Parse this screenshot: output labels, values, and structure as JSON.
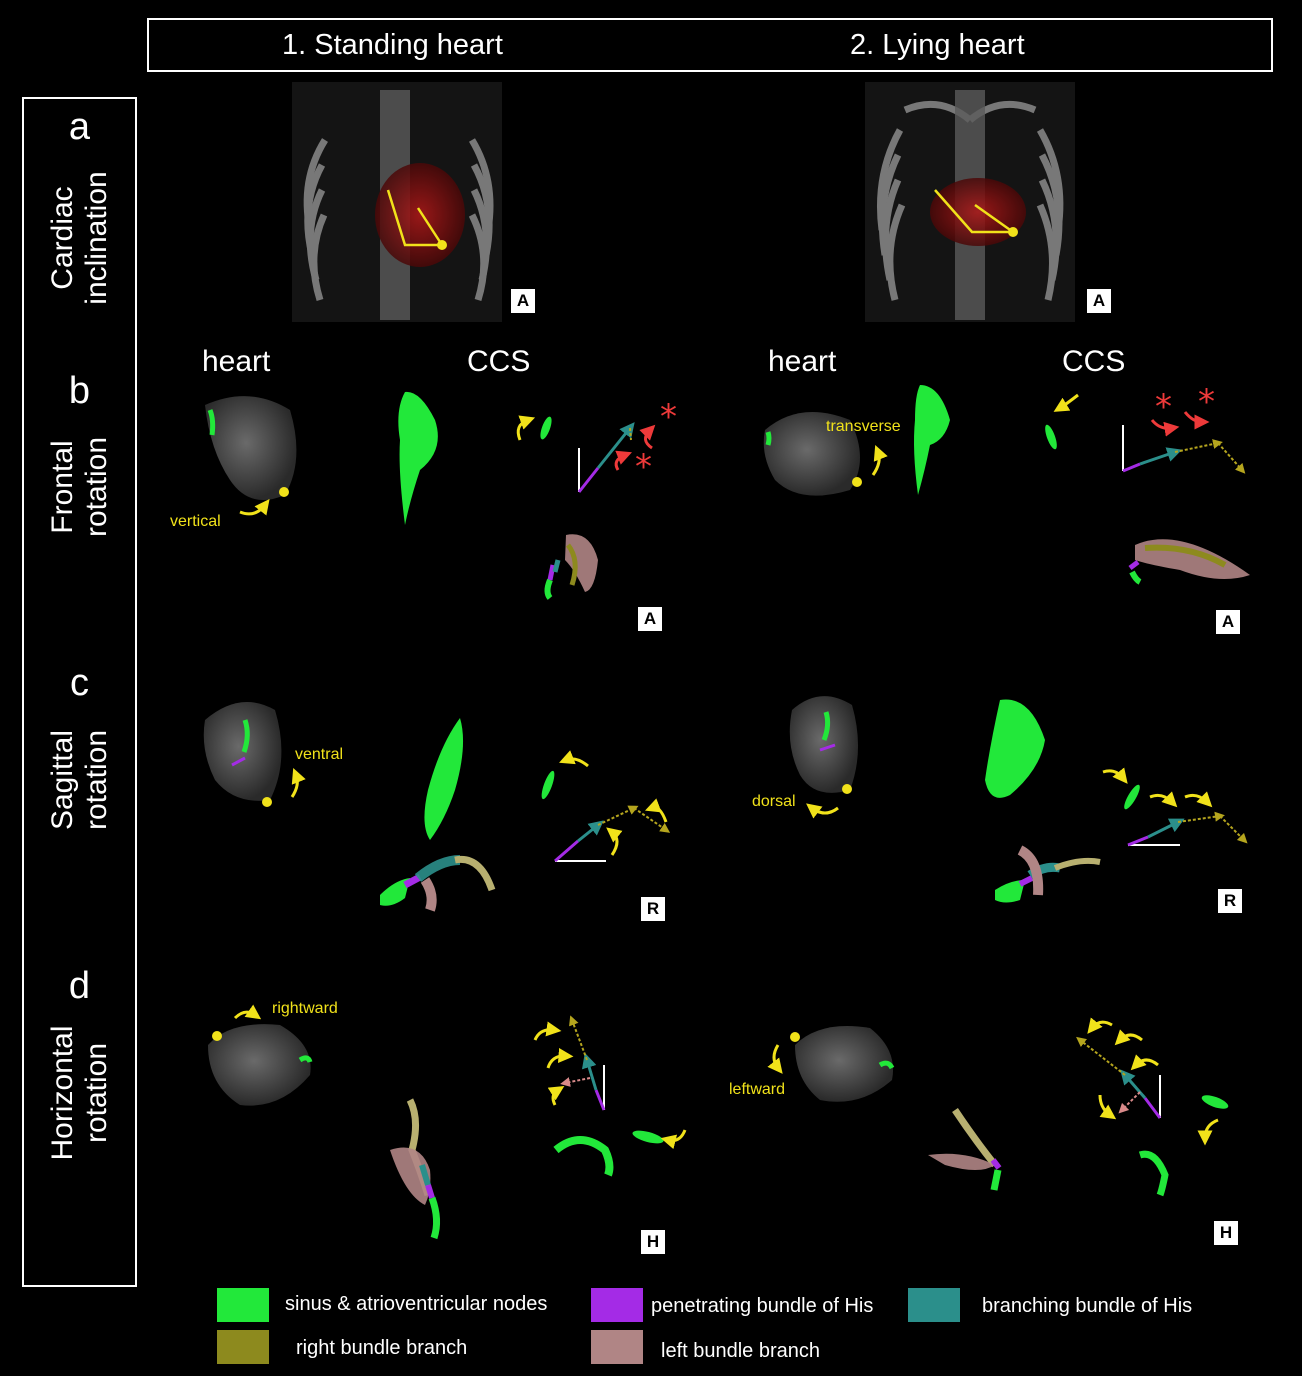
{
  "header": {
    "col1": "1. Standing heart",
    "col2": "2. Lying heart"
  },
  "rows": [
    {
      "letter": "a",
      "label_line1": "Cardiac",
      "label_line2": "inclination"
    },
    {
      "letter": "b",
      "label_line1": "Frontal",
      "label_line2": "rotation"
    },
    {
      "letter": "c",
      "label_line1": "Sagittal",
      "label_line2": "rotation"
    },
    {
      "letter": "d",
      "label_line1": "Horizontal",
      "label_line2": "rotation"
    }
  ],
  "column_titles": {
    "heart": "heart",
    "ccs": "CCS"
  },
  "annotations": {
    "vertical": "vertical",
    "transverse": "transverse",
    "ventral": "ventral",
    "dorsal": "dorsal",
    "rightward": "rightward",
    "leftward": "leftward"
  },
  "badges": {
    "A": "A",
    "R": "R",
    "H": "H"
  },
  "legend": [
    {
      "label": "sinus & atrioventricular nodes",
      "color": "#22e83a"
    },
    {
      "label": "penetrating bundle of His",
      "color": "#a42be6"
    },
    {
      "label": "branching bundle of His",
      "color": "#2b8f8b"
    },
    {
      "label": "right bundle branch",
      "color": "#8d8a1e"
    },
    {
      "label": "left bundle branch",
      "color": "#b08585"
    }
  ],
  "colors": {
    "yellow": "#f1e21a",
    "red": "#ee3a3a",
    "green": "#22e83a",
    "purple": "#a42be6",
    "teal": "#2b8f8b",
    "olive": "#8d8a1e",
    "pink": "#b08585"
  }
}
